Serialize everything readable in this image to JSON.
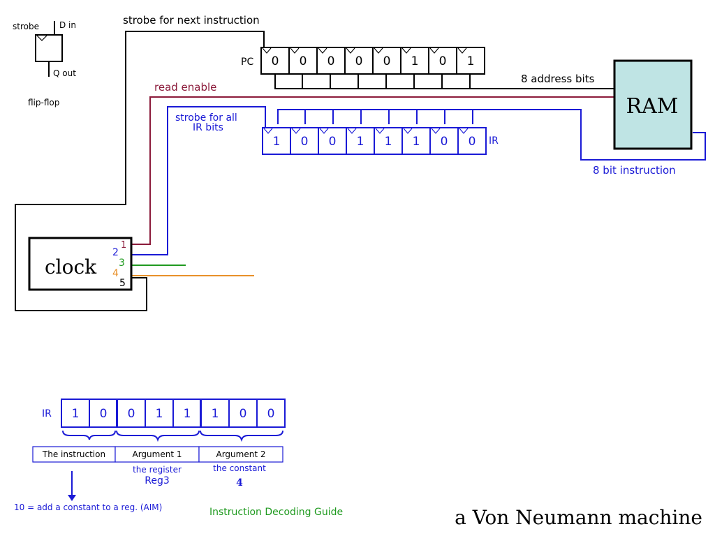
{
  "colors": {
    "black": "#000000",
    "ir_blue": "#1a1ad6",
    "read_maroon": "#8b1a3a",
    "green": "#1f9a1f",
    "orange": "#e8902a",
    "ram_fill": "#bfe4e4"
  },
  "flipflop": {
    "strobe": "strobe",
    "d_in": "D in",
    "q_out": "Q out",
    "caption": "flip-flop"
  },
  "labels": {
    "strobe_next": "strobe for next instruction",
    "read_enable": "read enable",
    "strobe_all_line1": "strobe for all",
    "strobe_all_line2": "IR bits",
    "address_bits": "8 address bits",
    "instruction_bits": "8 bit instruction",
    "pc": "PC",
    "ir": "IR",
    "ram": "RAM",
    "clock": "clock"
  },
  "pc_bits": [
    "0",
    "0",
    "0",
    "0",
    "0",
    "1",
    "0",
    "1"
  ],
  "ir_bits": [
    "1",
    "0",
    "0",
    "1",
    "1",
    "1",
    "0",
    "0"
  ],
  "clock_pins": [
    "1",
    "2",
    "3",
    "4",
    "5"
  ],
  "decode": {
    "ir_label": "IR",
    "bits": [
      "1",
      "0",
      "0",
      "1",
      "1",
      "1",
      "0",
      "0"
    ],
    "field1": "The instruction",
    "field2": "Argument 1",
    "field3": "Argument 2",
    "arg1_line1": "the register",
    "arg1_line2": "Reg3",
    "arg2_line1": "the constant",
    "arg2_line2": "4",
    "meaning": "10  =  add a constant to a reg. (AIM)",
    "guide": "Instruction Decoding Guide"
  },
  "title": "a Von Neumann machine"
}
